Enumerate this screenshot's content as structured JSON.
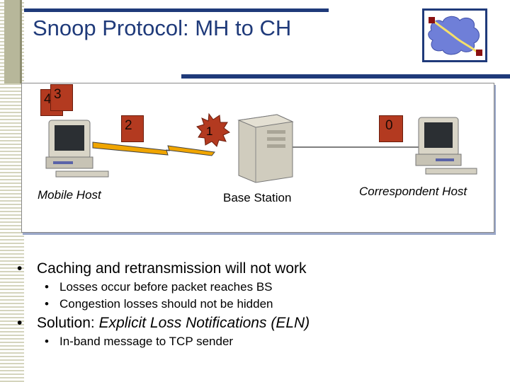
{
  "slide": {
    "title": "Snoop Protocol: MH to CH",
    "colors": {
      "title": "#1f3a7a",
      "packet": "#b33a20",
      "link": "#f0a500",
      "border": "#8a8a8a"
    }
  },
  "diagram": {
    "packets_mobile": [
      "4",
      "3"
    ],
    "packet_wireless": "2",
    "packet_lost": "1",
    "packet_wired": "0",
    "mobile_host_label": "Mobile Host",
    "base_station_label": "Base Station",
    "correspondent_host_label": "Correspondent Host",
    "icons": [
      "computer-icon",
      "server-tower-icon",
      "explosion-icon",
      "lightning-link-icon",
      "network-cloud-logo-icon"
    ]
  },
  "bullets": [
    {
      "text": "Caching and retransmission will not work",
      "sub": [
        "Losses occur before packet reaches BS",
        "Congestion losses should not be hidden"
      ]
    },
    {
      "text_plain": "Solution: ",
      "text_italic": "Explicit Loss Notifications (ELN)",
      "sub": [
        "In-band message to TCP sender"
      ]
    }
  ]
}
